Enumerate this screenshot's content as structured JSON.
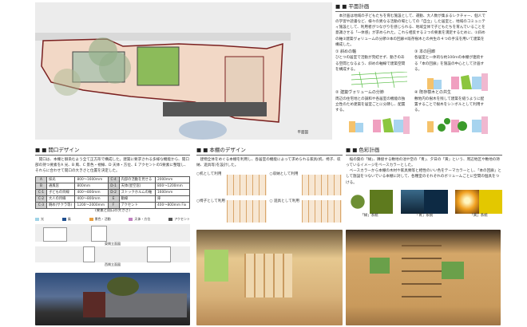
{
  "plan": {
    "label": "平面図",
    "title": "■ 平面計画",
    "body": "本計画は地域の子どもたちを育む施設として、運動、大人数が集まるレクチャー、個人での学習や読書など、様々の異なる活動の場としての「自立」した居室と、地域のコミュニティ施設として、利用者がつながりを感じられる、地域全体で子どもたちを育んでいることを意識させる「一体感」が求められた。これら相反する２つの要素を満足するために、①斜めの軸②建築ヴォリュームの分節③本の回廊④既存樹木との共生の４つの手法を用いて建築を構成した。",
    "points": [
      {
        "title": "① 斜めの軸",
        "text": "ひとつの居室で活動が完結せず、動きのある空間となるよう、斜めの軸線で建築空間を構成する。"
      },
      {
        "title": "③ 本の回廊",
        "text": "各居室と一体的な約100mの本棚が連続する「本の回廊」を施設の中心として計画する。"
      },
      {
        "title": "② 建築ヴォリュームの分節",
        "text": "周辺の住宅地との調和や各居室の機能の独立性のため建築を居室ごとに分節し、配置する。"
      },
      {
        "title": "④ 既存樹木との共生",
        "text": "敷地内の樹木を残して建築を縫うように配置することで樹木をシンボルとして利用する。"
      }
    ]
  },
  "opening": {
    "title": "■ 開口デザイン",
    "body": "開口は、本棚と馴染むよう全て正方形で構成した。建築に要求される多様な機能から、開口部の持つ要素をA 光、B 風、C 景色・視線、D 天体・方位、E アクセントの5要素に整理し、それらに合わせて開口の大きさと位置を決定した。",
    "rows": [
      [
        "A",
        "採光",
        "800〜1600mm",
        "C-4",
        "内部の活動を見せる",
        "2000mm"
      ],
      [
        "B",
        "通風窓",
        "800mm",
        "D-1",
        "天体(星空窓)",
        "800〜1200mm"
      ],
      [
        "C-1",
        "子どもの目線",
        "400〜800mm",
        "D-2",
        "ストックホルムの軸",
        "1600mm"
      ],
      [
        "C-2",
        "大人の目線",
        "400〜800mm",
        "E",
        "動線",
        "扉"
      ],
      [
        "C-3",
        "眺め(サクラ等)",
        "1200〜2000mm",
        "F",
        "アクセント",
        "400〜800mm Fix"
      ]
    ],
    "caption": "(要素と開口の大きさ)",
    "legend": [
      {
        "label": "光",
        "color": "#9fd3e6"
      },
      {
        "label": "風",
        "color": "#1f4f8f"
      },
      {
        "label": "景色・活動",
        "color": "#e8a040"
      },
      {
        "label": "天体・方位",
        "color": "#c080c0"
      },
      {
        "label": "アクセント",
        "color": "#555555"
      }
    ],
    "elev1": "東側立面図",
    "elev2": "西側立面図"
  },
  "shelf": {
    "title": "■ 本棚のデザイン",
    "body": "建物全体をめぐる本棚を利用し、各居室の機能によって求められる家具(机、椅子、収納、遊具等)を設計した。",
    "uses": [
      "○机として利用",
      "○収納として利用",
      "○椅子として利用",
      "○ 遊具として利用"
    ]
  },
  "color": {
    "title": "■ 色彩計画",
    "body1": "桜の葉の「緑」、隣接する敷地の池や空の「青」、夕日の「黄」という、周辺地区や敷地の持っているイメージをベースカラーとした。",
    "body2": "ベースカラーから本棚の木材や家具類等と相性のいい色をテーマカラーとし、「本の回廊」として施設をつないでいる本棚に対して、各種室のそれぞれのボリュームごとに空間の個具をつける。",
    "swatches": [
      {
        "label": "「緑」系統",
        "color": "#5e7a1e"
      },
      {
        "label": "「青」系統",
        "color": "#0d2a44"
      },
      {
        "label": "「黄」系統",
        "color": "#e3c800"
      }
    ]
  }
}
